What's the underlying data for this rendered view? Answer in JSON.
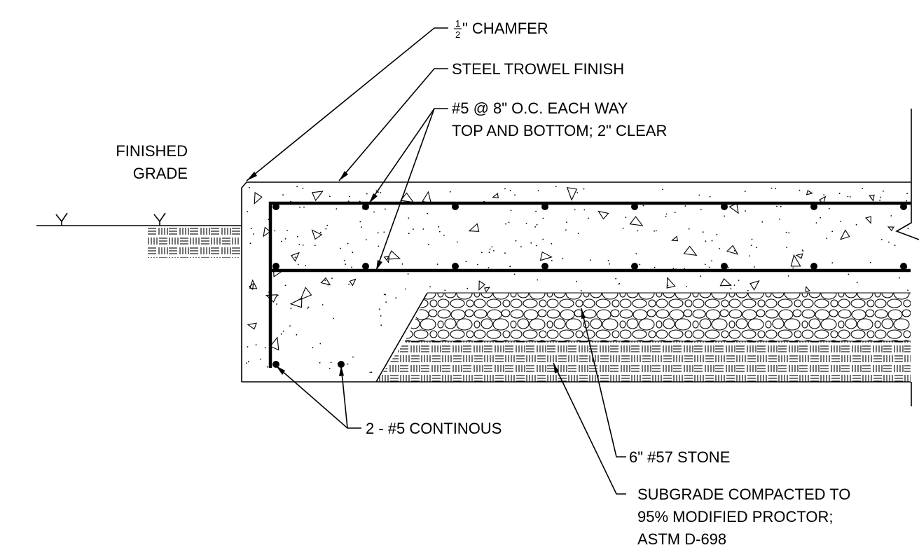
{
  "drawing": {
    "labels": {
      "chamfer_fraction_num": "1",
      "chamfer_fraction_den": "2",
      "chamfer": "\" CHAMFER",
      "trowel": "STEEL TROWEL FINISH",
      "rebar_line1": "#5 @ 8\" O.C. EACH WAY",
      "rebar_line2": "TOP AND BOTTOM; 2\" CLEAR",
      "grade_line1": "FINISHED",
      "grade_line2": "GRADE",
      "continuous": "2 - #5 CONTINOUS",
      "stone": "6\" #57 STONE",
      "subgrade_line1": "SUBGRADE COMPACTED TO",
      "subgrade_line2": "95% MODIFIED PROCTOR;",
      "subgrade_line3": "ASTM D-698"
    },
    "colors": {
      "line": "#000000",
      "background": "#ffffff"
    }
  }
}
